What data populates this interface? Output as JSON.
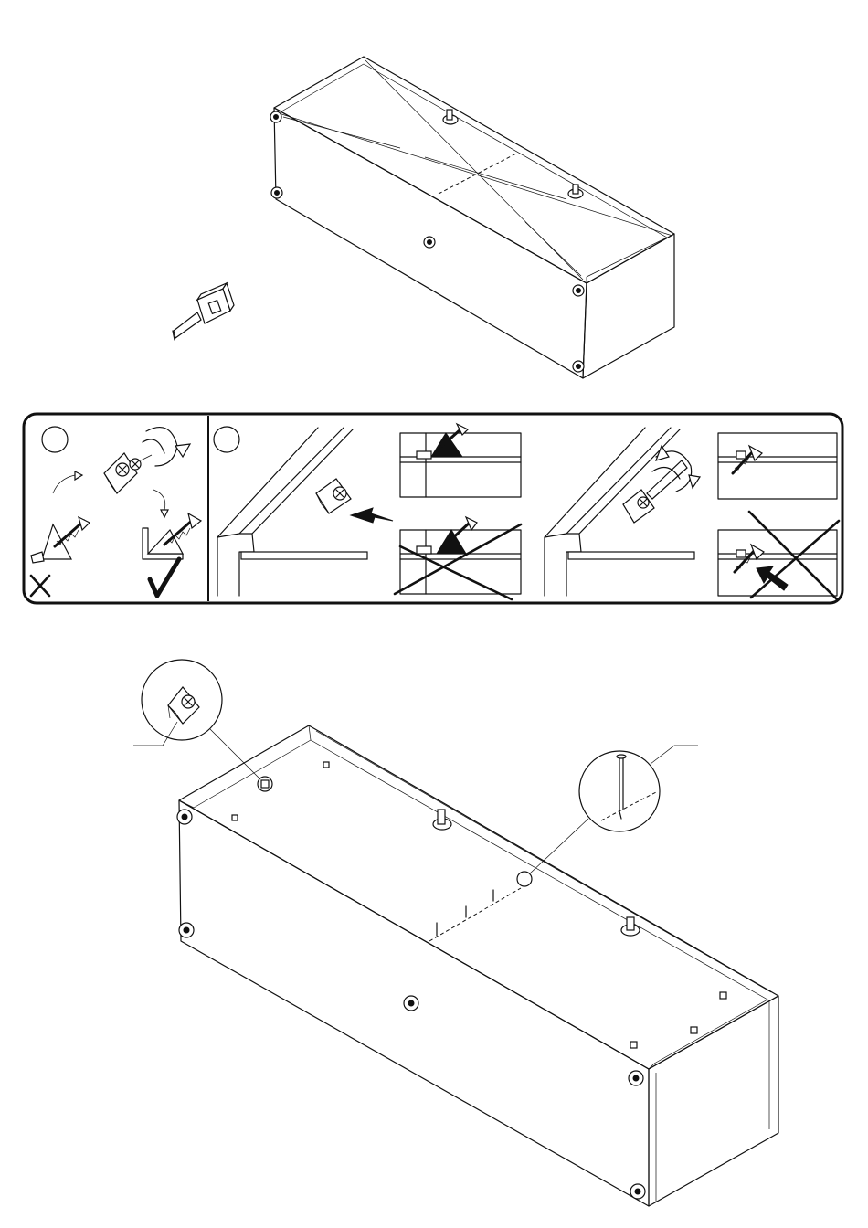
{
  "page": {
    "background": "#ffffff",
    "line_color": "#111111"
  },
  "figures": [
    {
      "id": "cabinet-top-view",
      "icons": [
        "cabinet-outline",
        "dowel-hole-icon",
        "tape-measure-icon"
      ]
    },
    {
      "id": "instruction-panel",
      "steps": [
        {
          "marker": "step-circle",
          "icons": [
            "corner-bracket-icon",
            "rotate-arrow-icon",
            "wrong-screw-icon",
            "correct-screw-icon"
          ]
        },
        {
          "marker": "step-circle",
          "icons": [
            "push-arrow-icon",
            "screw-depth-detail",
            "screwdriver-rotate-icon"
          ]
        }
      ],
      "marks": [
        "cross-mark-icon",
        "check-mark-icon"
      ]
    },
    {
      "id": "cabinet-bottom-view",
      "icons": [
        "bracket-zoom-callout",
        "nail-zoom-callout",
        "nail-icon"
      ]
    }
  ]
}
